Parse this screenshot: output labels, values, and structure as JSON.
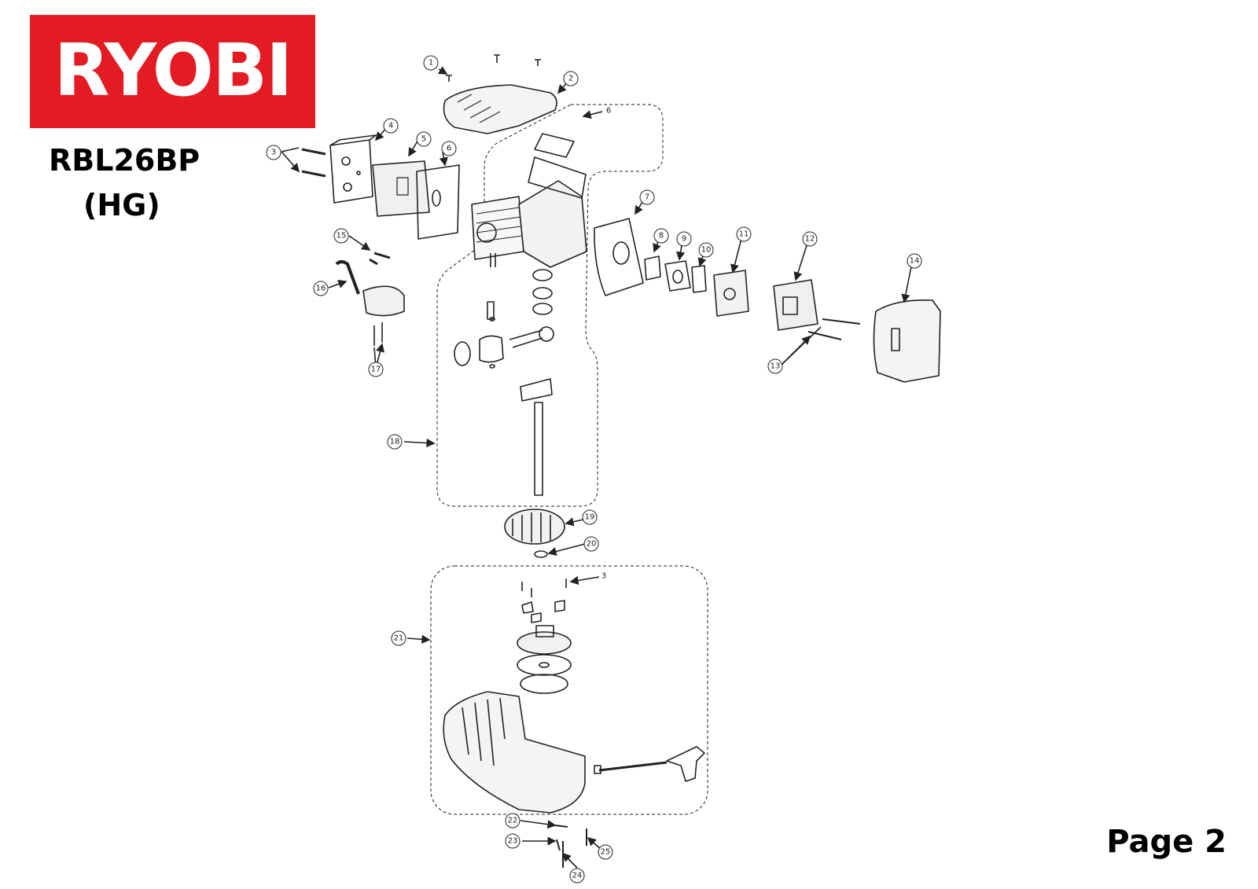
{
  "brand": {
    "name": "RYOBI",
    "color": "#e31b23"
  },
  "model": {
    "name": "RBL26BP",
    "variant": "(HG)"
  },
  "page": {
    "label": "Page 2"
  },
  "callouts": [
    "1",
    "2",
    "3",
    "4",
    "5",
    "6",
    "6",
    "7",
    "8",
    "9",
    "10",
    "11",
    "12",
    "13",
    "14",
    "15",
    "16",
    "17",
    "18",
    "19",
    "20",
    "3",
    "21",
    "22",
    "23",
    "24",
    "25"
  ]
}
